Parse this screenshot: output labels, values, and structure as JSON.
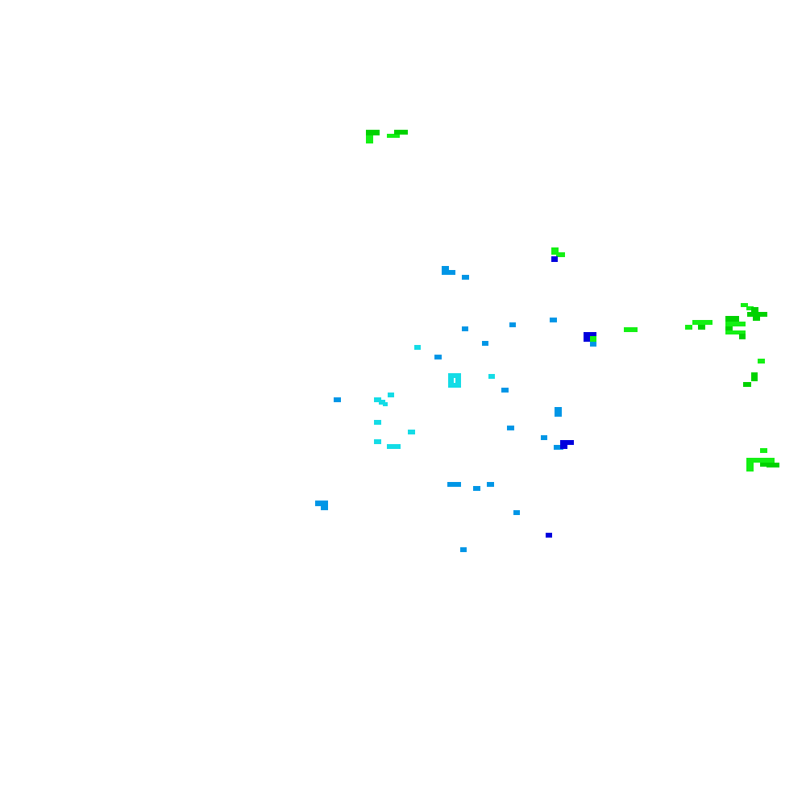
{
  "palette": {
    "background": "#ffffff",
    "dark_blue": "#0000dd",
    "sky_blue": "#0096e6",
    "cyan": "#14dce6",
    "bright_green": "#14f014",
    "green": "#00d200",
    "dark_green": "#00b400"
  },
  "cluster_names": [
    "top-left-green",
    "top-center-mixed",
    "center-blue",
    "center-cyan",
    "right-green",
    "right-bottom-green"
  ]
}
